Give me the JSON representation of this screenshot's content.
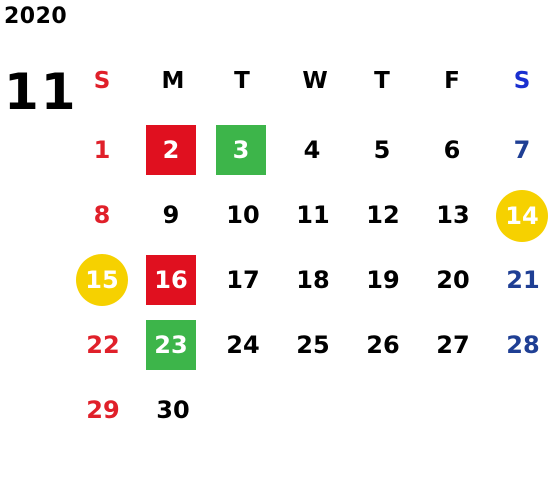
{
  "year": "2020",
  "month": "11",
  "weekdays": [
    "S",
    "M",
    "T",
    "W",
    "T",
    "F",
    "S"
  ],
  "weeks": [
    [
      "1",
      "2",
      "3",
      "4",
      "5",
      "6",
      "7"
    ],
    [
      "8",
      "9",
      "10",
      "11",
      "12",
      "13",
      "14"
    ],
    [
      "15",
      "16",
      "17",
      "18",
      "19",
      "20",
      "21"
    ],
    [
      "22",
      "23",
      "24",
      "25",
      "26",
      "27",
      "28"
    ],
    [
      "29",
      "30",
      "",
      "",
      "",
      "",
      ""
    ]
  ],
  "colors": {
    "sunday": "#e0202a",
    "saturday": "#1f3f94",
    "saturday_header": "#1a2fd0",
    "red_box": "#e0101f",
    "green_box": "#3db54a",
    "yellow_circle": "#f6d100"
  }
}
